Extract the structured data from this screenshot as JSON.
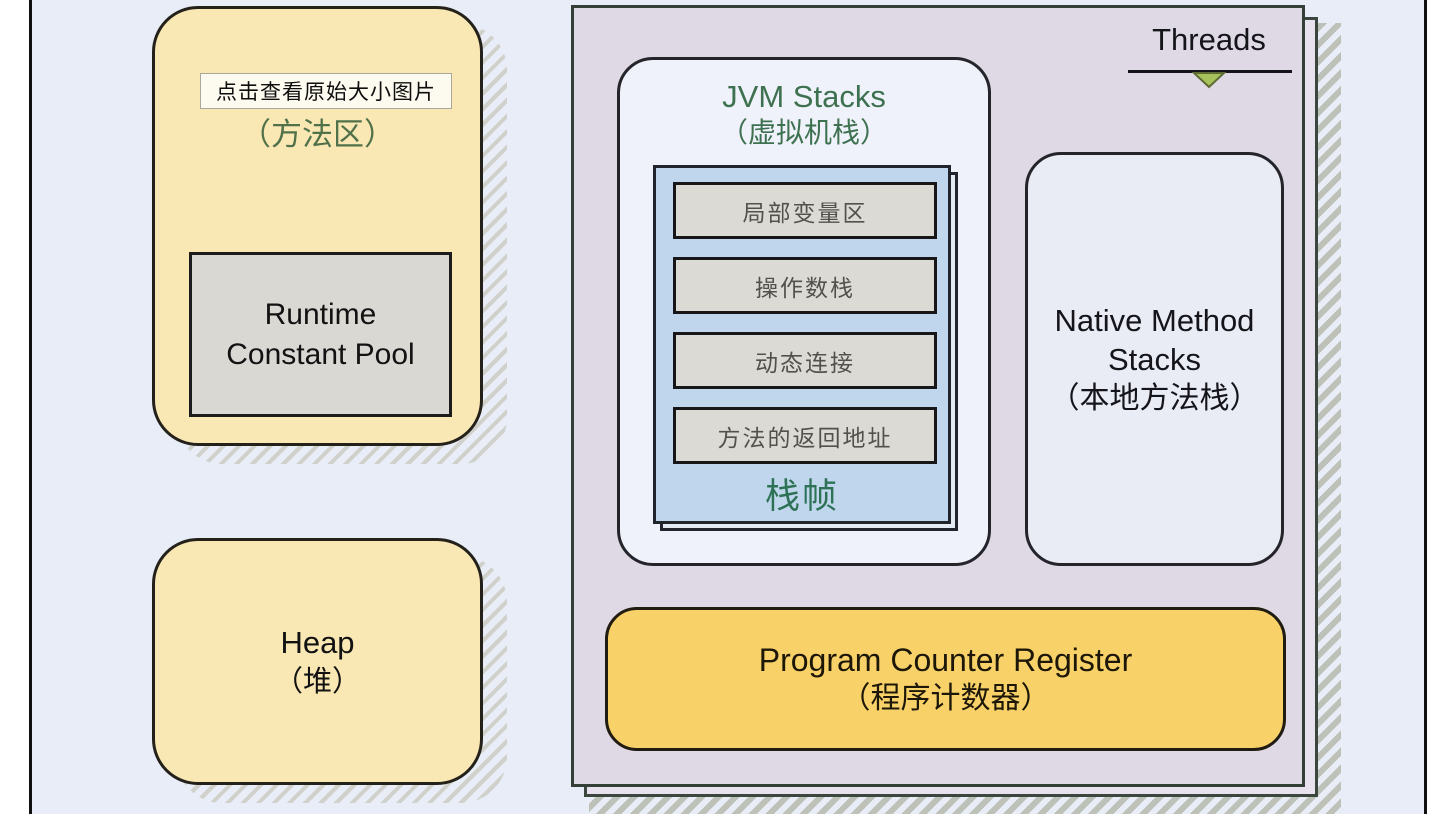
{
  "image_tooltip": "点击查看原始大小图片",
  "method_area": {
    "label": "（方法区）",
    "runtime_constant_pool": "Runtime Constant Pool"
  },
  "heap": {
    "title": "Heap",
    "subtitle": "（堆）"
  },
  "threads": {
    "label": "Threads"
  },
  "jvm_stacks": {
    "title": "JVM Stacks",
    "subtitle": "（虚拟机栈）",
    "frame_label": "栈帧",
    "frame_slots": [
      "局部变量区",
      "操作数栈",
      "动态连接",
      "方法的返回地址"
    ]
  },
  "native_method_stacks": {
    "title": "Native Method Stacks",
    "subtitle": "（本地方法栈）"
  },
  "program_counter": {
    "title": "Program Counter Register",
    "subtitle": "（程序计数器）"
  },
  "colors": {
    "canvas_background": "#e8edf7",
    "memory_box_yellow": "#fae8b4",
    "threads_container_purple": "#dfd8e5",
    "stack_frame_blue": "#c0d6ec",
    "slot_gray": "#dcdad5",
    "program_counter_gold": "#f8d169",
    "heading_green": "#3e7150",
    "pointer_green": "#a7c15c"
  }
}
